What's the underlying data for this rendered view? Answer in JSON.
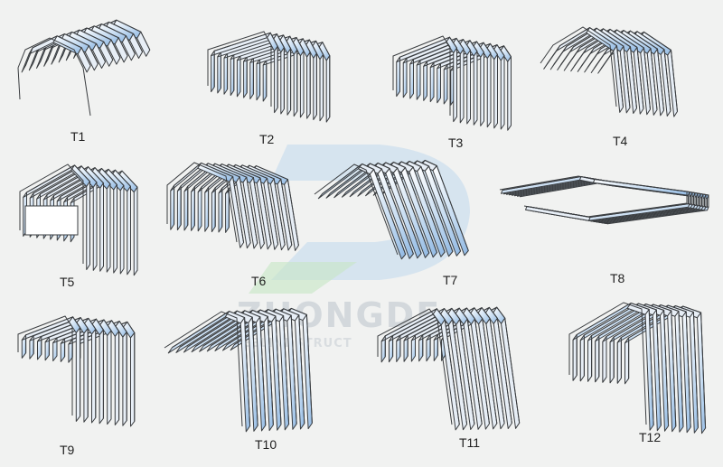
{
  "watermark": {
    "brand": "ZHONGDE",
    "subtitle": "FEELINDSTRUCT"
  },
  "labels": [
    "T1",
    "T2",
    "T3",
    "T4",
    "T5",
    "T6",
    "T7",
    "T8",
    "T9",
    "T10",
    "T11",
    "T12"
  ],
  "colors": {
    "stroke": "#3a3d40",
    "fold_light": "#ffffff",
    "fold_blue": "#9fc3e7",
    "watermark_blue": "#b6d3ee",
    "watermark_green": "#c6e6c4"
  }
}
